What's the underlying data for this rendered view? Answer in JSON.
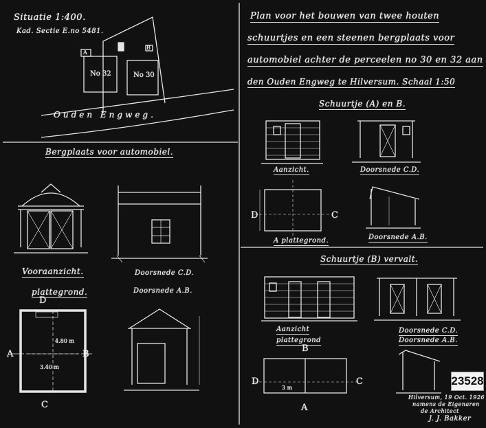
{
  "situation": {
    "title": "Situatie 1:400.",
    "sub": "Kad. Sectie E.no 5481.",
    "road": "Ouden Engweg.",
    "house_left": "No 32",
    "house_right": "No 30",
    "label_a": "A",
    "label_b": "B"
  },
  "plan_title": {
    "line1": "Plan voor het bouwen van twee houten",
    "line2": "schuurtjes en een steenen bergplaats voor",
    "line3": "automobiel achter de perceelen no 30 en 32 aan",
    "line4": "den Ouden Engweg te Hilversum. Schaal 1:50"
  },
  "left_section": {
    "title": "Bergplaats voor automobiel.",
    "voor": "Vooraanzicht.",
    "doorsnede_cd": "Doorsnede C.D.",
    "plattegrond": "plattegrond.",
    "doorsnede_ab": "Doorsnede A.B.",
    "dim_width": "3.40 m",
    "dim_depth": "4.80 m",
    "label_a": "A",
    "label_b": "B",
    "label_c": "C",
    "label_d": "D"
  },
  "schuur_a": {
    "title": "Schuurtje (A) en B.",
    "aanzicht": "Aanzicht.",
    "doorsnede_cd": "Doorsnede C.D.",
    "plattegrond": "A plattegrond.",
    "doorsnede_ab": "Doorsnede A.B.",
    "label_d": "D",
    "label_c": "C"
  },
  "schuur_b": {
    "title": "Schuurtje (B) vervalt.",
    "aanzicht": "Aanzicht",
    "plattegrond": "plattegrond",
    "doorsnede_cd": "Doorsnede C.D.",
    "doorsnede_ab": "Doorsnede A.B.",
    "label_b": "B",
    "label_d": "D",
    "label_c": "C",
    "label_a": "A",
    "dim_3m": "3 m"
  },
  "signature": {
    "place": "Hilversum, 19 Oct. 1926",
    "line2": "namens de Eigenaren",
    "line3": "de Architect",
    "name": "J. J. Bakker"
  },
  "stamp": "23528"
}
